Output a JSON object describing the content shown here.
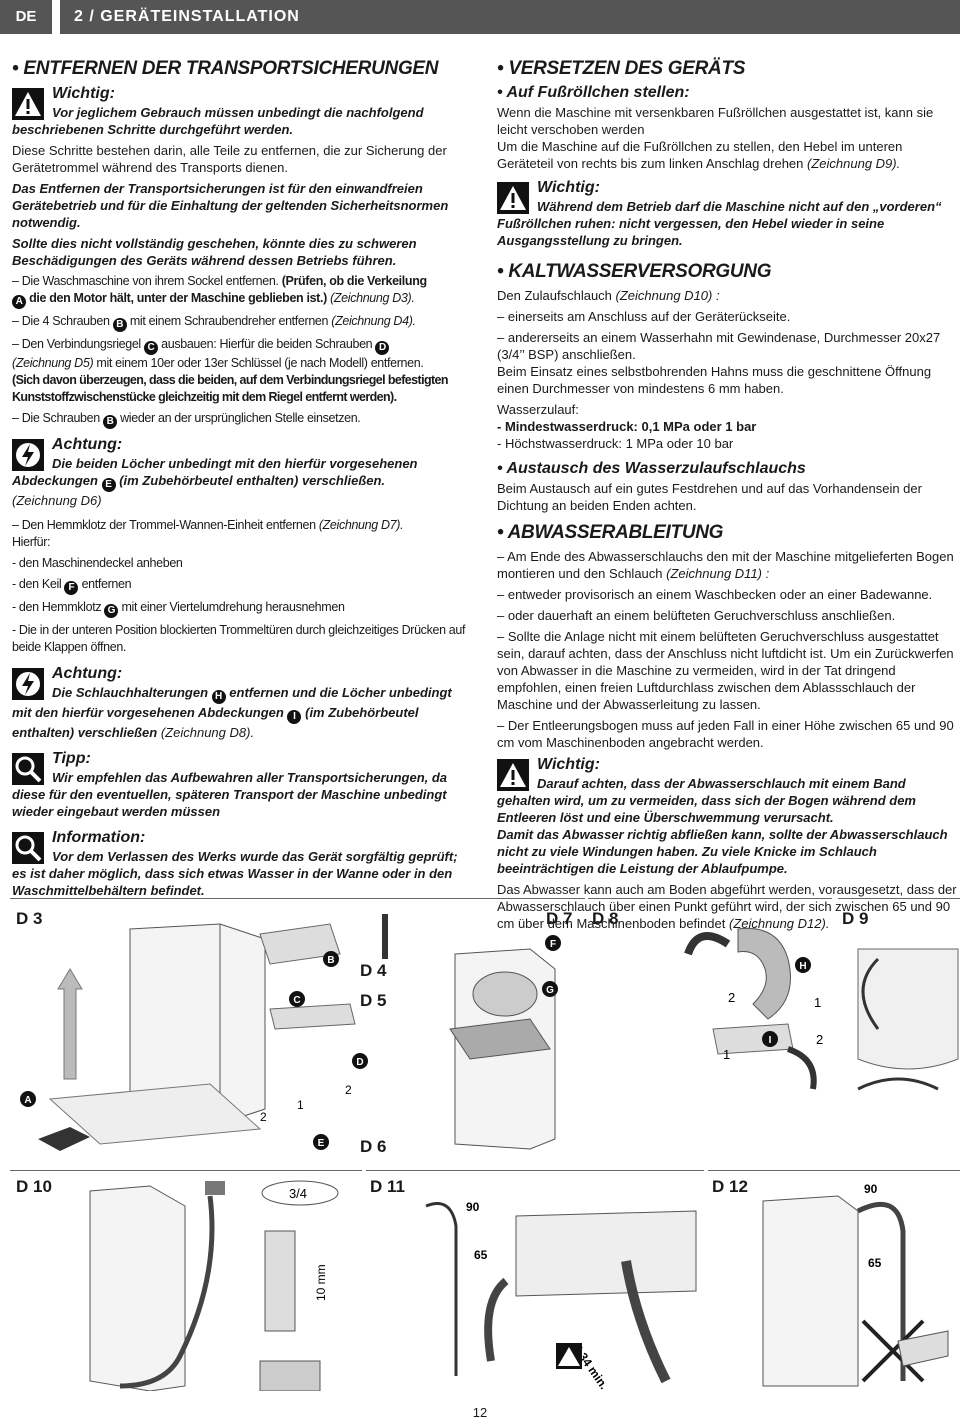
{
  "header": {
    "lang": "DE",
    "title": "2 / GERÄTEINSTALLATION"
  },
  "left": {
    "section_title": "ENTFERNEN DER TRANSPORTSICHERUNGEN",
    "wichtig_title": "Wichtig:",
    "wichtig_text": "Vor jeglichem Gebrauch müssen unbedingt die nachfolgend beschriebenen Schritte durchgeführt werden.",
    "p1": "Diese Schritte bestehen darin, alle Teile zu entfernen, die zur Sicherung der Gerätetrommel während des Transports dienen.",
    "p2": "Das Entfernen der Transportsicherungen ist für den einwandfreien Gerätebetrieb und für die Einhaltung der geltenden Sicherheitsnormen notwendig.",
    "p3": "Sollte dies nicht vollständig geschehen, könnte dies zu schweren Beschädigungen des Geräts während dessen Betriebs führen.",
    "s1a": "– Die Waschmaschine von ihrem Sockel entfernen.",
    "s1b": "(Prüfen, ob die Verkeilung",
    "s1c": "die den Motor hält, unter der Maschine geblieben ist.)",
    "s1d": "(Zeichnung D3).",
    "s2a": "– Die 4 Schrauben",
    "s2b": "mit einem Schraubendreher entfernen",
    "s2c": "(Zeichnung D4).",
    "s3a": "– Den Verbindungsriegel",
    "s3b": "ausbauen: Hierfür die beiden Schrauben",
    "s3c": "(Zeichnung D5)",
    "s3d": "mit einem 10er oder 13er Schlüssel (je nach Modell) entfernen.",
    "s3e": "(Sich davon überzeugen, dass die beiden, auf dem Verbindungsriegel befestigten Kunststoffzwischenstücke gleichzeitig mit dem Riegel entfernt werden).",
    "s4a": "– Die Schrauben",
    "s4b": "wieder an der ursprünglichen Stelle einsetzen.",
    "achtung1_title": "Achtung:",
    "achtung1_a": "Die beiden Löcher unbedingt mit den hierfür vorgesehenen Abdeckungen",
    "achtung1_b": "(im Zubehörbeutel enthalten) verschließen.",
    "achtung1_c": "(Zeichnung D6)",
    "s5a": "– Den Hemmklotz der Trommel-Wannen-Einheit entfernen",
    "s5b": "(Zeichnung D7).",
    "s5c": "Hierfür:",
    "s5d": "- den Maschinendeckel anheben",
    "s5e": "- den Keil",
    "s5f": "entfernen",
    "s5g": "- den Hemmklotz",
    "s5h": "mit einer Viertelumdrehung herausnehmen",
    "s5i": "- Die in der unteren Position blockierten Trommeltüren durch gleichzeitiges Drücken auf beide Klappen öffnen.",
    "achtung2_title": "Achtung:",
    "achtung2_a": "Die Schlauchhalterungen",
    "achtung2_b": "entfernen und die Löcher unbedingt mit den hierfür vorgesehenen Abdeckungen",
    "achtung2_c": "(im Zubehörbeutel enthalten) verschließen",
    "achtung2_d": "(Zeichnung D8).",
    "tipp_title": "Tipp:",
    "tipp_text": "Wir empfehlen das Aufbewahren aller Transportsicherungen, da diese für den eventuellen, späteren Transport der Maschine unbedingt wieder eingebaut werden müssen",
    "info_title": "Information:",
    "info_text": "Vor dem Verlassen des Werks wurde das Gerät sorgfältig geprüft; es ist daher möglich, dass sich etwas Wasser in der Wanne oder in den Waschmittelbehältern befindet."
  },
  "right": {
    "section1_title": "VERSETZEN DES GERÄTS",
    "sub1_title": "Auf Fußröllchen stellen:",
    "r1": "Wenn die Maschine mit versenkbaren Fußröllchen ausgestattet ist, kann sie leicht verschoben werden",
    "r2": "Um die Maschine auf die Fußröllchen zu stellen, den Hebel im unteren Geräteteil von rechts bis zum linken Anschlag drehen",
    "r2i": "(Zeichnung D9).",
    "wichtig_title": "Wichtig:",
    "wichtig_text": "Während dem Betrieb darf die Maschine nicht auf den „vorderen“ Fußröllchen ruhen: nicht vergessen, den Hebel wieder in seine Ausgangsstellung zu bringen.",
    "section2_title": "KALTWASSERVERSORGUNG",
    "k1": "Den Zulaufschlauch",
    "k1i": "(Zeichnung D10) :",
    "k2": "– einerseits am Anschluss auf der Geräterückseite.",
    "k3": "– andererseits an einem Wasserhahn mit Gewindenase, Durchmesser 20x27 (3/4’’ BSP) anschließen.",
    "k4": "Beim Einsatz eines selbstbohrenden Hahns muss die geschnittene Öffnung einen Durchmesser von mindestens 6 mm haben.",
    "k5": "Wasserzulauf:",
    "k6": "- Mindestwasserdruck: 0,1 MPa oder 1 bar",
    "k7": "- Höchstwasserdruck: 1 MPa oder 10 bar",
    "sub2_title": "Austausch des Wasserzulaufschlauchs",
    "k8": "Beim Austausch auf ein gutes Festdrehen und auf das Vorhandensein der Dichtung an beiden Enden achten.",
    "section3_title": "ABWASSERABLEITUNG",
    "a1": "– Am Ende des Abwasserschlauchs den mit der Maschine mitgelieferten Bogen montieren und den Schlauch",
    "a1i": "(Zeichnung D11) :",
    "a2": "– entweder provisorisch an einem Waschbecken oder an einer Badewanne.",
    "a3": "– oder dauerhaft an einem belüfteten Geruchverschluss anschließen.",
    "a4": "– Sollte die Anlage nicht mit einem belüfteten Geruchverschluss ausgestattet sein, darauf achten, dass der Anschluss nicht luftdicht ist. Um ein Zurückwerfen von Abwasser in die Maschine zu vermeiden, wird in der Tat dringend empfohlen, einen freien Luftdurchlass zwischen dem Ablassschlauch der Maschine und der Abwasserleitung zu lassen.",
    "a5": "– Der Entleerungsbogen muss auf jeden Fall in einer Höhe zwischen 65 und 90 cm vom Maschinenboden angebracht werden.",
    "wichtig2_title": "Wichtig:",
    "wichtig2_a": "Darauf achten, dass der Abwasserschlauch mit einem Band gehalten wird, um zu vermeiden, dass sich der Bogen während dem Entleeren löst und eine Überschwemmung verursacht.",
    "wichtig2_b": "Damit das Abwasser richtig abfließen kann, sollte der Abwasserschlauch nicht zu viele Windungen haben. Zu viele Knicke im Schlauch beeinträchtigen die Leistung der Ablaufpumpe.",
    "a6": "Das Abwasser kann auch am Boden abgeführt werden, vorausgesetzt, dass der Abwasserschlauch über einen Punkt geführt wird, der sich zwischen 65 und 90 cm über dem Maschinenboden befindet",
    "a6i": "(Zeichnung D12)."
  },
  "letters": {
    "A": "A",
    "B": "B",
    "C": "C",
    "D": "D",
    "E": "E",
    "F": "F",
    "G": "G",
    "H": "H",
    "I": "I"
  },
  "figures": {
    "d3": "D 3",
    "d4": "D 4",
    "d5": "D 5",
    "d6": "D 6",
    "d7": "D 7",
    "d8": "D 8",
    "d9": "D 9",
    "d10": "D 10",
    "d11": "D 11",
    "d12": "D 12",
    "n1": "1",
    "n2": "2",
    "frac": "3/4",
    "mm10": "10 mm",
    "v90": "90",
    "v65": "65",
    "dia": "Ø 34 min."
  },
  "page_number": "12"
}
